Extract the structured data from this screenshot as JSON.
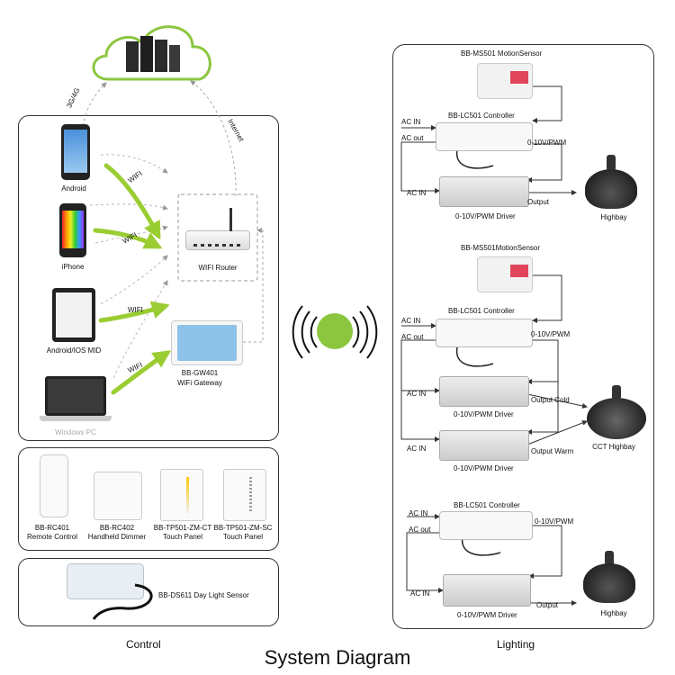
{
  "title": "System Diagram",
  "captions": {
    "control": "Control",
    "lighting": "Lighting"
  },
  "network": {
    "mobile": "3G/4G",
    "internet": "Internet",
    "wifi": "WIFI"
  },
  "devices": {
    "android": "Android",
    "iphone": "iPhone",
    "tablet": "Android/IOS MID",
    "pc": "Windows PC",
    "router": "WIFI Router",
    "gateway_model": "BB-GW401",
    "gateway_name": "WiFi Gateway"
  },
  "controls": [
    {
      "model": "BB-RC401",
      "name": "Remote Control"
    },
    {
      "model": "BB-RC402",
      "name": "Handheld Dimmer"
    },
    {
      "model": "BB-TP501-ZM-CT",
      "name": "Touch Panel"
    },
    {
      "model": "BB-TP501-ZM-SC",
      "name": "Touch Panel"
    }
  ],
  "sensor": "BB-DS611 Day Light Sensor",
  "lighting": {
    "g1": {
      "sensor": "BB-MS501 MotionSensor",
      "controller": "BB-LC501 Controller",
      "ac_in": "AC IN",
      "ac_out": "AC out",
      "signal": "0-10V/PWM",
      "driver_ac_in": "AC IN",
      "output": "Output",
      "driver": "0-10V/PWM  Driver",
      "lamp": "Highbay"
    },
    "g2": {
      "sensor": "BB-MS501MotionSensor",
      "controller": "BB-LC501 Controller",
      "ac_in": "AC IN",
      "ac_out": "AC out",
      "signal": "0-10V/PWM",
      "driver1_ac_in": "AC IN",
      "output_cold": "Output  Cold",
      "driver1": "0-10V/PWM  Driver",
      "driver2_ac_in": "AC IN",
      "output_warm": "Output  Warm",
      "driver2": "0-10V/PWM  Driver",
      "lamp": "CCT Highbay"
    },
    "g3": {
      "controller": "BB-LC501 Controller",
      "ac_in": "AC IN",
      "ac_out": "AC out",
      "signal": "0-10V/PWM",
      "driver_ac_in": "AC IN",
      "output": "Output",
      "driver": "0-10V/PWM  Driver",
      "lamp": "Highbay"
    }
  },
  "colors": {
    "wifi_arrow": "#9acd32",
    "cloud": "#8cc63f",
    "badge": "#8cc63f"
  }
}
